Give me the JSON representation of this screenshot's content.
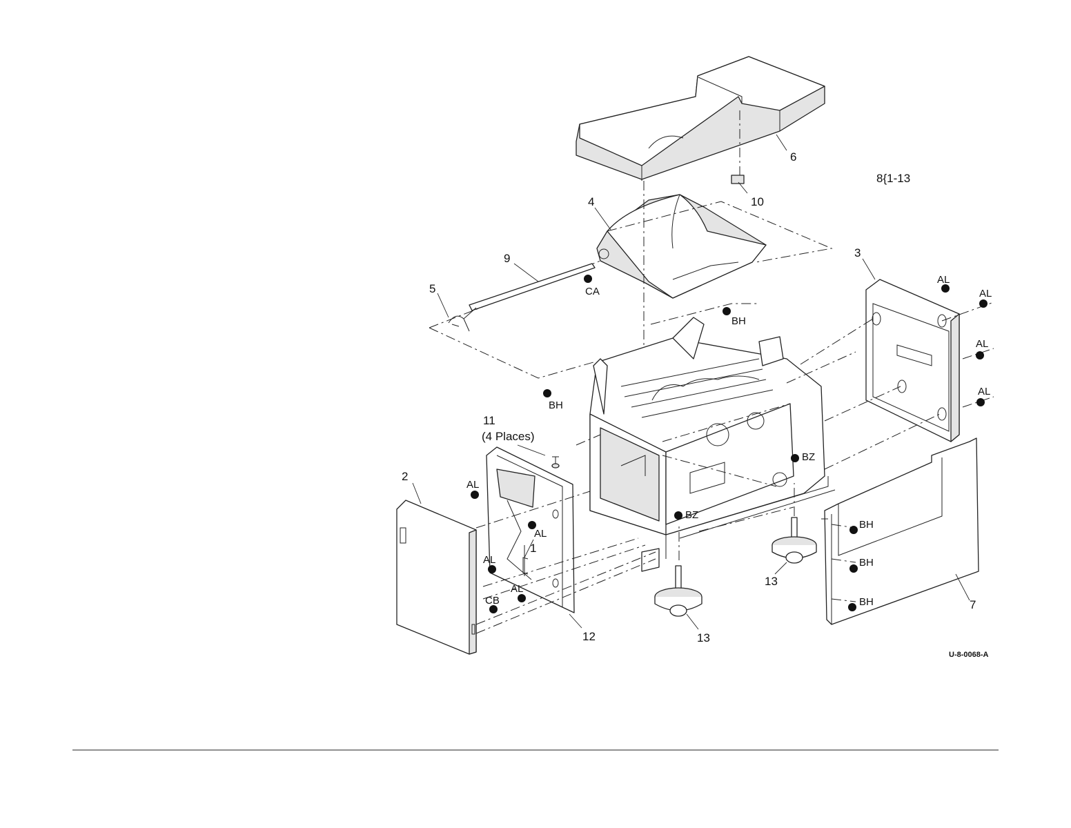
{
  "figure_id": "8{1-13",
  "drawing_number": "U-8-0068-A",
  "callouts": {
    "c1": "1",
    "c2": "2",
    "c3": "3",
    "c4": "4",
    "c5": "5",
    "c6": "6",
    "c7": "7",
    "c9": "9",
    "c10": "10",
    "c11": "11",
    "c11_note": "(4 Places)",
    "c12": "12",
    "c13a": "13",
    "c13b": "13"
  },
  "fasteners": {
    "ca": "CA",
    "bh_top": "BH",
    "bh_left": "BH",
    "al_r1": "AL",
    "al_r2": "AL",
    "al_r3": "AL",
    "al_r4": "AL",
    "bz_right": "BZ",
    "bz_center": "BZ",
    "al_l1": "AL",
    "al_l2": "AL",
    "al_l3": "AL",
    "al_l4": "AL",
    "cb": "CB",
    "bh_p1": "BH",
    "bh_p2": "BH",
    "bh_p3": "BH"
  }
}
